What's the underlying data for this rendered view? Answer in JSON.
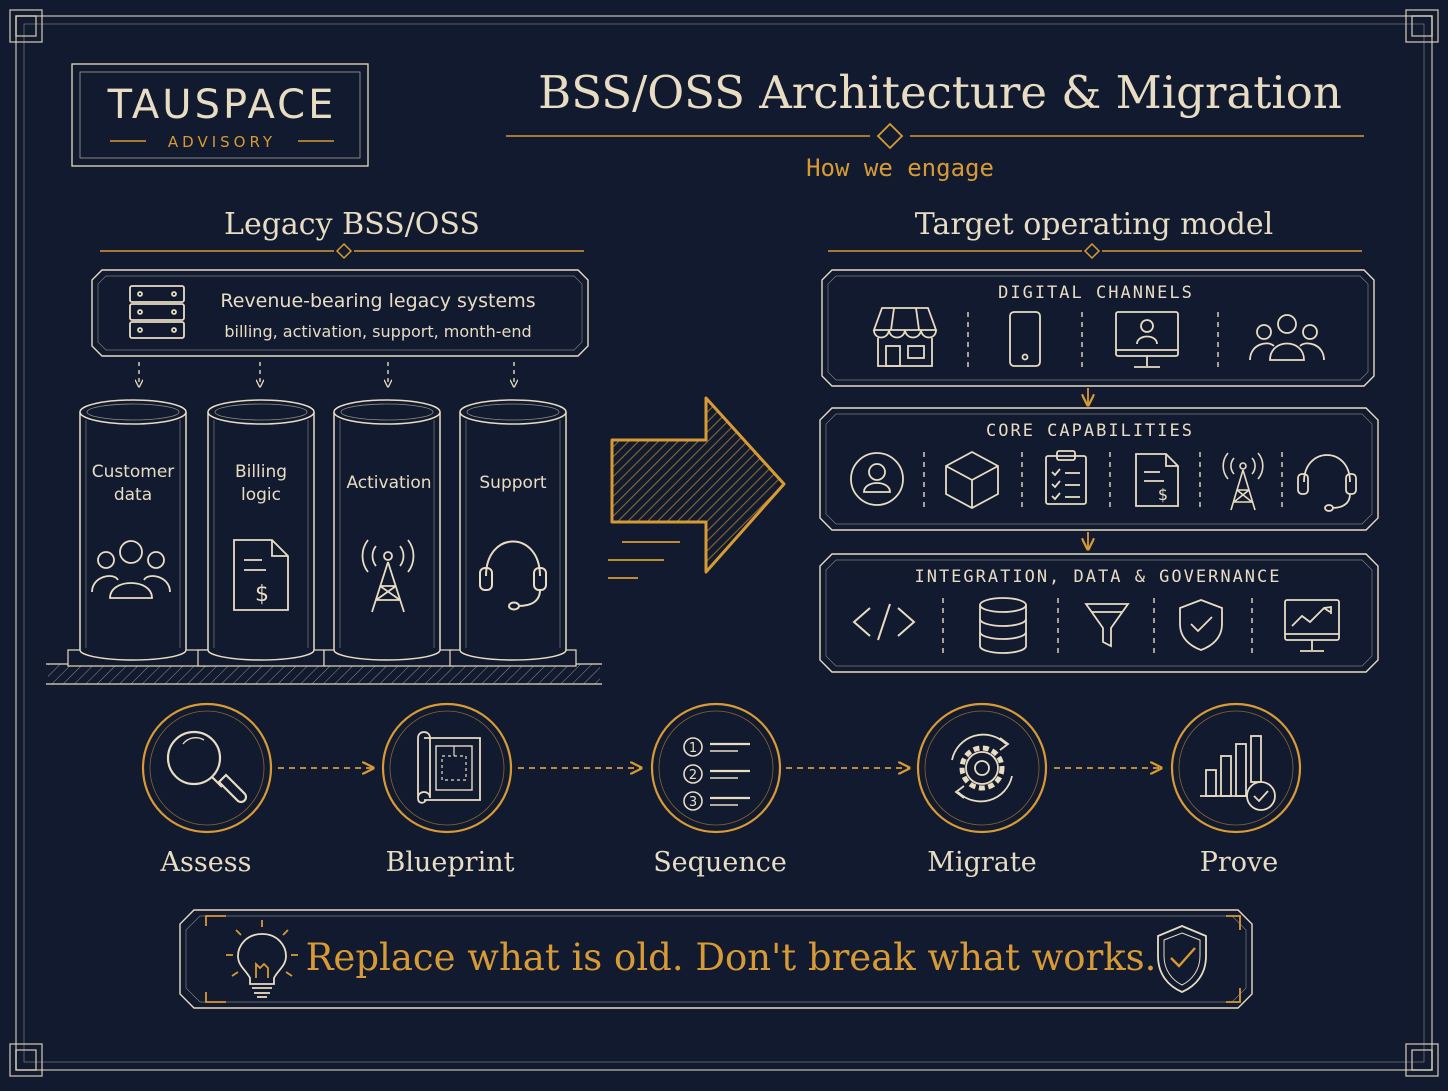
{
  "colors": {
    "background": "#111a2e",
    "cream": "#e8dcc2",
    "gold": "#d89a34",
    "hatch": "#8a6a2c"
  },
  "logo": {
    "name": "TAUSPACE",
    "sub": "ADVISORY"
  },
  "header": {
    "title": "BSS/OSS Architecture & Migration",
    "subtitle": "How we engage"
  },
  "legacy": {
    "heading": "Legacy BSS/OSS",
    "box_title": "Revenue-bearing legacy systems",
    "box_sub": "billing, activation, support, month-end",
    "box_icon": "server-rack-icon",
    "columns": [
      {
        "line1": "Customer",
        "line2": "data",
        "icon": "people-icon"
      },
      {
        "line1": "Billing",
        "line2": "logic",
        "icon": "invoice-dollar-icon"
      },
      {
        "line1": "Activation",
        "line2": "",
        "icon": "antenna-tower-icon"
      },
      {
        "line1": "Support",
        "line2": "",
        "icon": "headset-icon"
      }
    ]
  },
  "transition": {
    "icon": "big-right-arrow-icon"
  },
  "target": {
    "heading": "Target operating model",
    "layers": [
      {
        "title": "DIGITAL CHANNELS",
        "icons": [
          "storefront-icon",
          "mobile-phone-icon",
          "monitor-user-icon",
          "group-icon"
        ]
      },
      {
        "title": "CORE CAPABILITIES",
        "icons": [
          "user-circle-icon",
          "cube-icon",
          "clipboard-checklist-icon",
          "invoice-dollar-icon",
          "antenna-tower-icon",
          "headset-icon"
        ]
      },
      {
        "title": "INTEGRATION, DATA & GOVERNANCE",
        "icons": [
          "code-brackets-icon",
          "database-icon",
          "filter-funnel-icon",
          "shield-check-icon",
          "analytics-monitor-icon"
        ]
      }
    ]
  },
  "process": {
    "steps": [
      {
        "label": "Assess",
        "icon": "magnifier-icon"
      },
      {
        "label": "Blueprint",
        "icon": "blueprint-scroll-icon"
      },
      {
        "label": "Sequence",
        "icon": "numbered-list-icon"
      },
      {
        "label": "Migrate",
        "icon": "gear-cycle-icon"
      },
      {
        "label": "Prove",
        "icon": "bar-chart-check-icon"
      }
    ]
  },
  "footer": {
    "tagline": "Replace what is old. Don't break what works.",
    "left_icon": "lightbulb-icon",
    "right_icon": "shield-check-icon"
  }
}
